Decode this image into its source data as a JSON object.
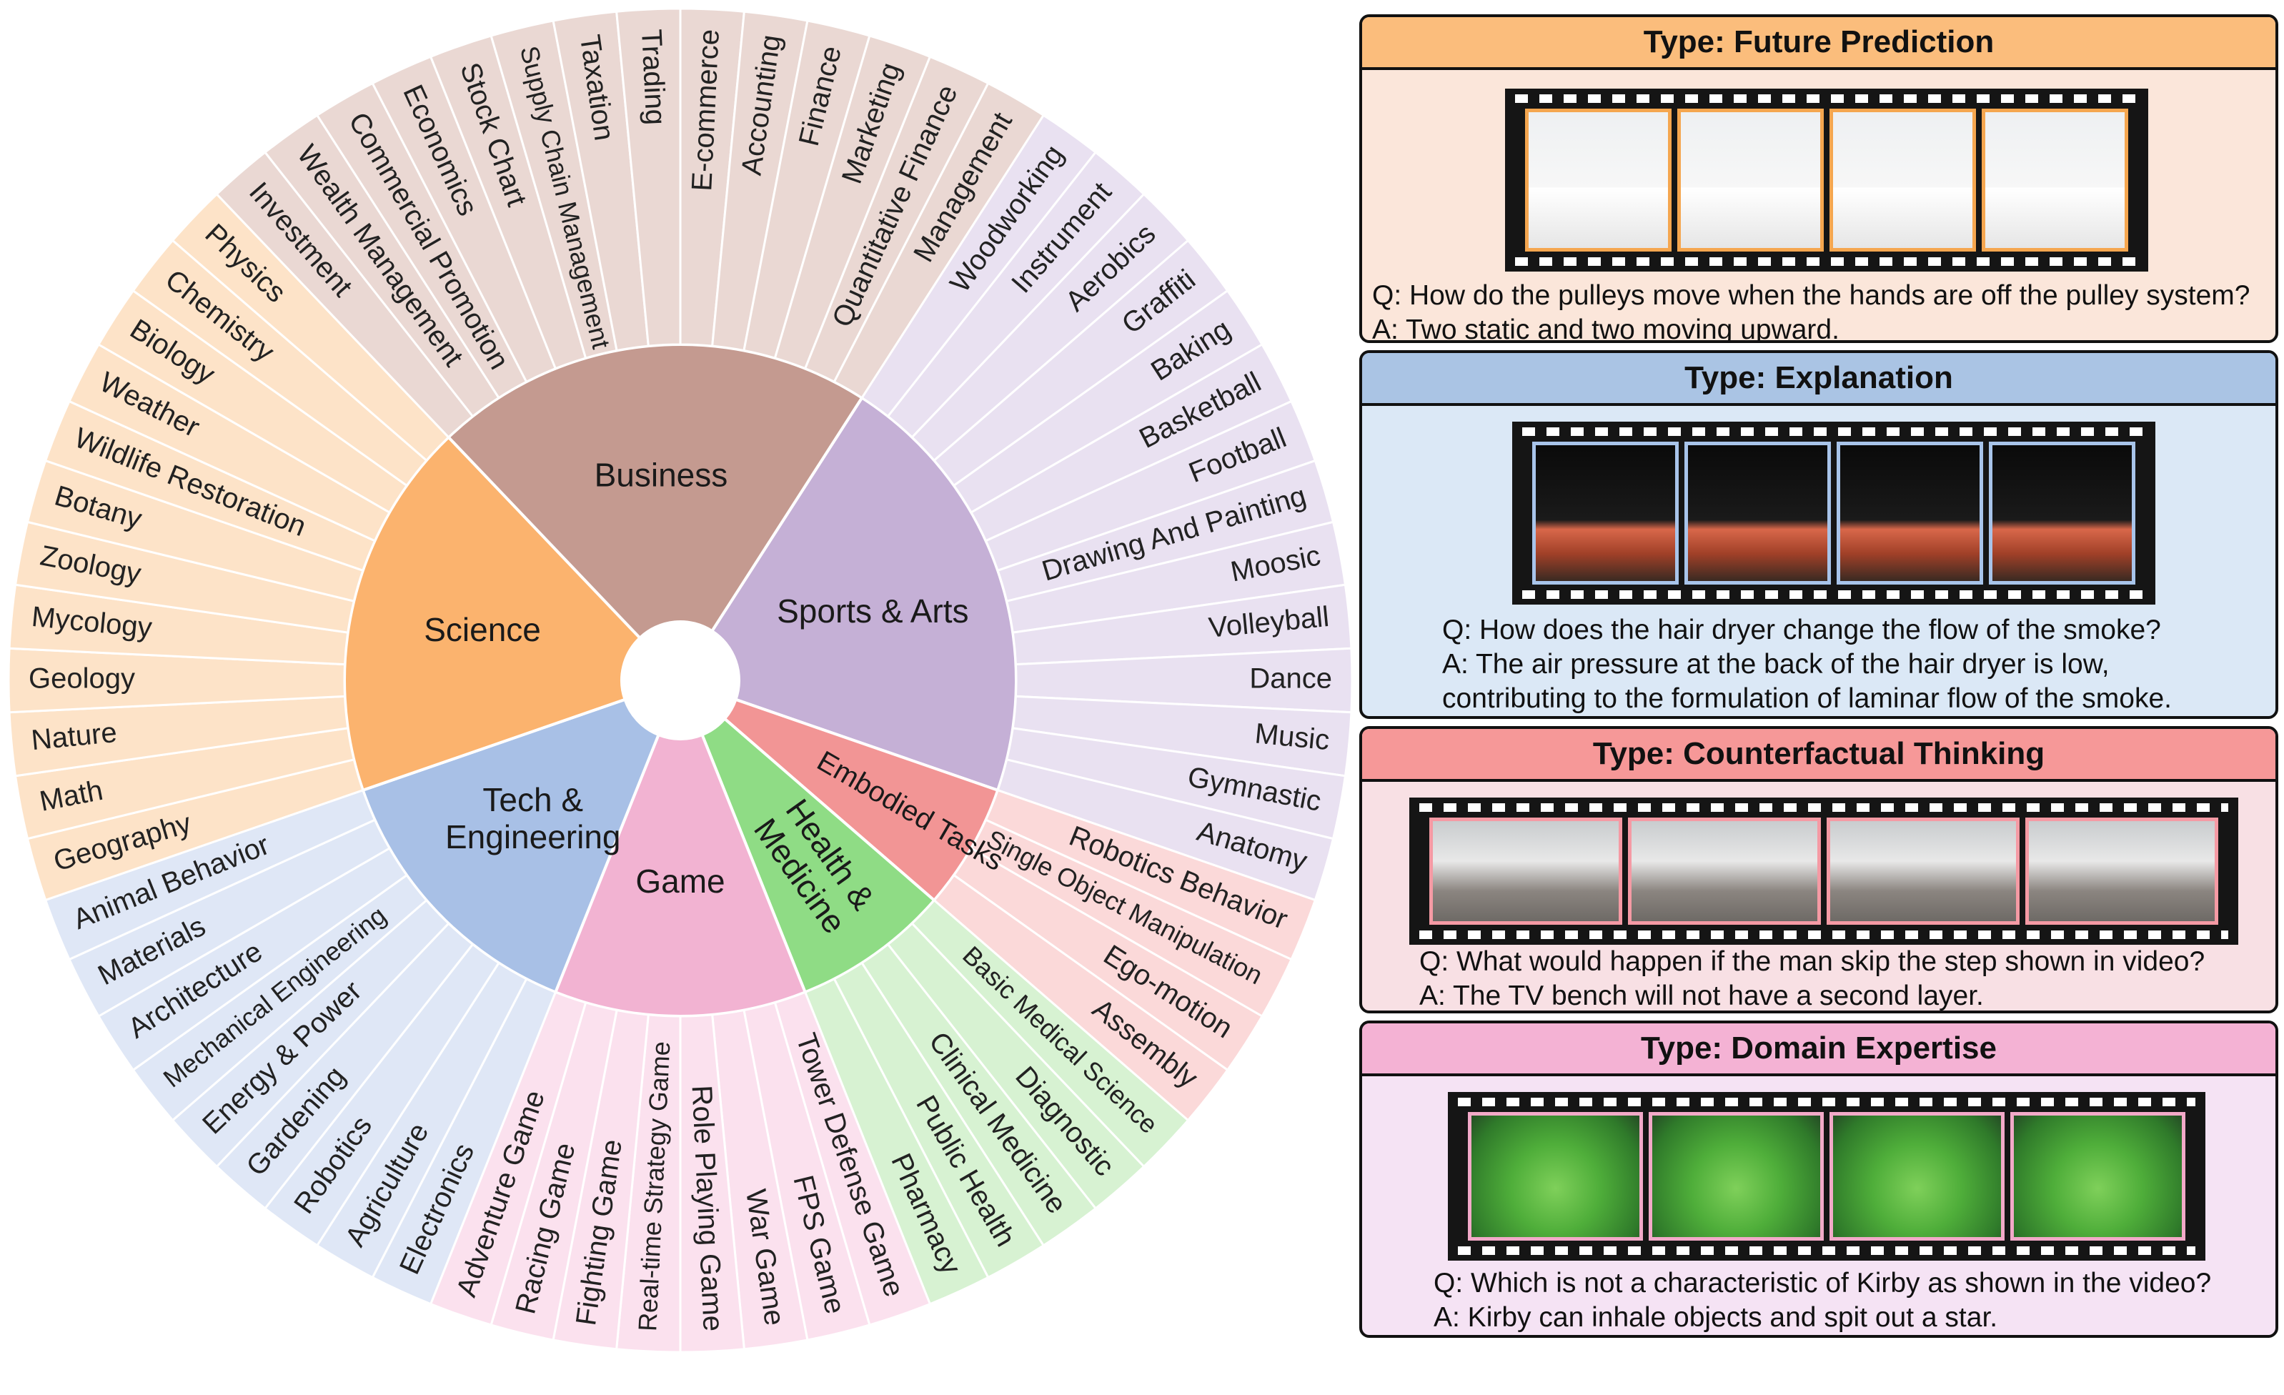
{
  "wheel": {
    "categories": [
      {
        "name": "Sports & Arts",
        "lines": [
          "Sports & Arts"
        ],
        "color": "#c5b0d6",
        "light": "#e9e1f1",
        "bold": false,
        "items": [
          "Woodworking",
          "Instrument",
          "Aerobics",
          "Graffiti",
          "Baking",
          "Basketball",
          "Football",
          "Drawing And Painting",
          "Moosic",
          "Volleyball",
          "Dance",
          "Music",
          "Gymnastic",
          "Anatomy"
        ]
      },
      {
        "name": "Embodied Tasks",
        "lines": [
          "Embodied Tasks"
        ],
        "color": "#f29595",
        "light": "#fbd9d9",
        "bold": false,
        "items": [
          "Robotics Behavior",
          "Single Object Manipulation",
          "Ego-motion",
          "Assembly"
        ]
      },
      {
        "name": "Health & Medicine",
        "lines": [
          "Health &",
          "Medicine"
        ],
        "color": "#8fdc85",
        "light": "#d7f2d2",
        "bold": false,
        "items": [
          "Basic Medical Science",
          "Diagnostic",
          "Clinical Medicine",
          "Public Health",
          "Pharmacy"
        ]
      },
      {
        "name": "Game",
        "lines": [
          "Game"
        ],
        "color": "#f2b3d2",
        "light": "#fbe1ee",
        "bold": false,
        "items": [
          "Tower Defense Game",
          "FPS Game",
          "War Game",
          "Role Playing Game",
          "Real-time Strategy Game",
          "Fighting Game",
          "Racing Game",
          "Adventure Game"
        ]
      },
      {
        "name": "Tech & Engineering",
        "lines": [
          "Tech &",
          "Engineering"
        ],
        "color": "#a8c0e6",
        "light": "#dfe7f6",
        "bold": false,
        "items": [
          "Electronics",
          "Agriculture",
          "Robotics",
          "Gardening",
          "Energy & Power",
          "Mechanical Engineering",
          "Architecture",
          "Materials",
          "Animal Behavior"
        ]
      },
      {
        "name": "Science",
        "lines": [
          "Science"
        ],
        "color": "#fbb36e",
        "light": "#fde3c8",
        "bold": false,
        "items": [
          "Geography",
          "Math",
          "Nature",
          "Geology",
          "Mycology",
          "Zoology",
          "Botany",
          "Wildlife Restoration",
          "Weather",
          "Biology",
          "Chemistry",
          "Physics"
        ]
      },
      {
        "name": "Business",
        "lines": [
          "Business"
        ],
        "color": "#c49a90",
        "light": "#ead8d3",
        "bold": false,
        "items": [
          "Investment",
          "Wealth Management",
          "Commercial Promotion",
          "Economics",
          "Stock Chart",
          "Supply Chain Management",
          "Taxation",
          "Trading",
          "E-commerce",
          "Accounting",
          "Finance",
          "Marketing",
          "Quantitative Finance",
          "Management"
        ]
      }
    ]
  },
  "panels": [
    {
      "type": "Type: Future Prediction",
      "header_color": "#fbbd7c",
      "body_color": "#fbe6da",
      "frame_border": "#f5a64f",
      "question": "Q: How do the pulleys move when the hands are off the pulley system?",
      "answer_lines": [
        "A: Two static and two moving upward."
      ]
    },
    {
      "type": "Type: Explanation",
      "header_color": "#aac4e4",
      "body_color": "#dbe8f6",
      "frame_border": "#a8c4ea",
      "question": "Q: How does the hair dryer change the flow of the smoke?",
      "answer_lines": [
        "A: The air pressure at the back of the hair dryer is low,",
        "contributing to the formulation of laminar flow of the smoke."
      ]
    },
    {
      "type": "Type: Counterfactual Thinking",
      "header_color": "#f69898",
      "body_color": "#f8e0e4",
      "frame_border": "#f59aa4",
      "question": "Q: What would happen if the man skip the step shown in video?",
      "answer_lines": [
        "A: The TV bench will not have a second layer."
      ]
    },
    {
      "type": "Type: Domain Expertise",
      "header_color": "#f4b2d4",
      "body_color": "#f5e3f4",
      "frame_border": "#f2a9c8",
      "question": "Q: Which is not a characteristic of Kirby as shown in the video?",
      "answer_lines": [
        "A: Kirby can inhale objects and spit out a star."
      ]
    }
  ]
}
